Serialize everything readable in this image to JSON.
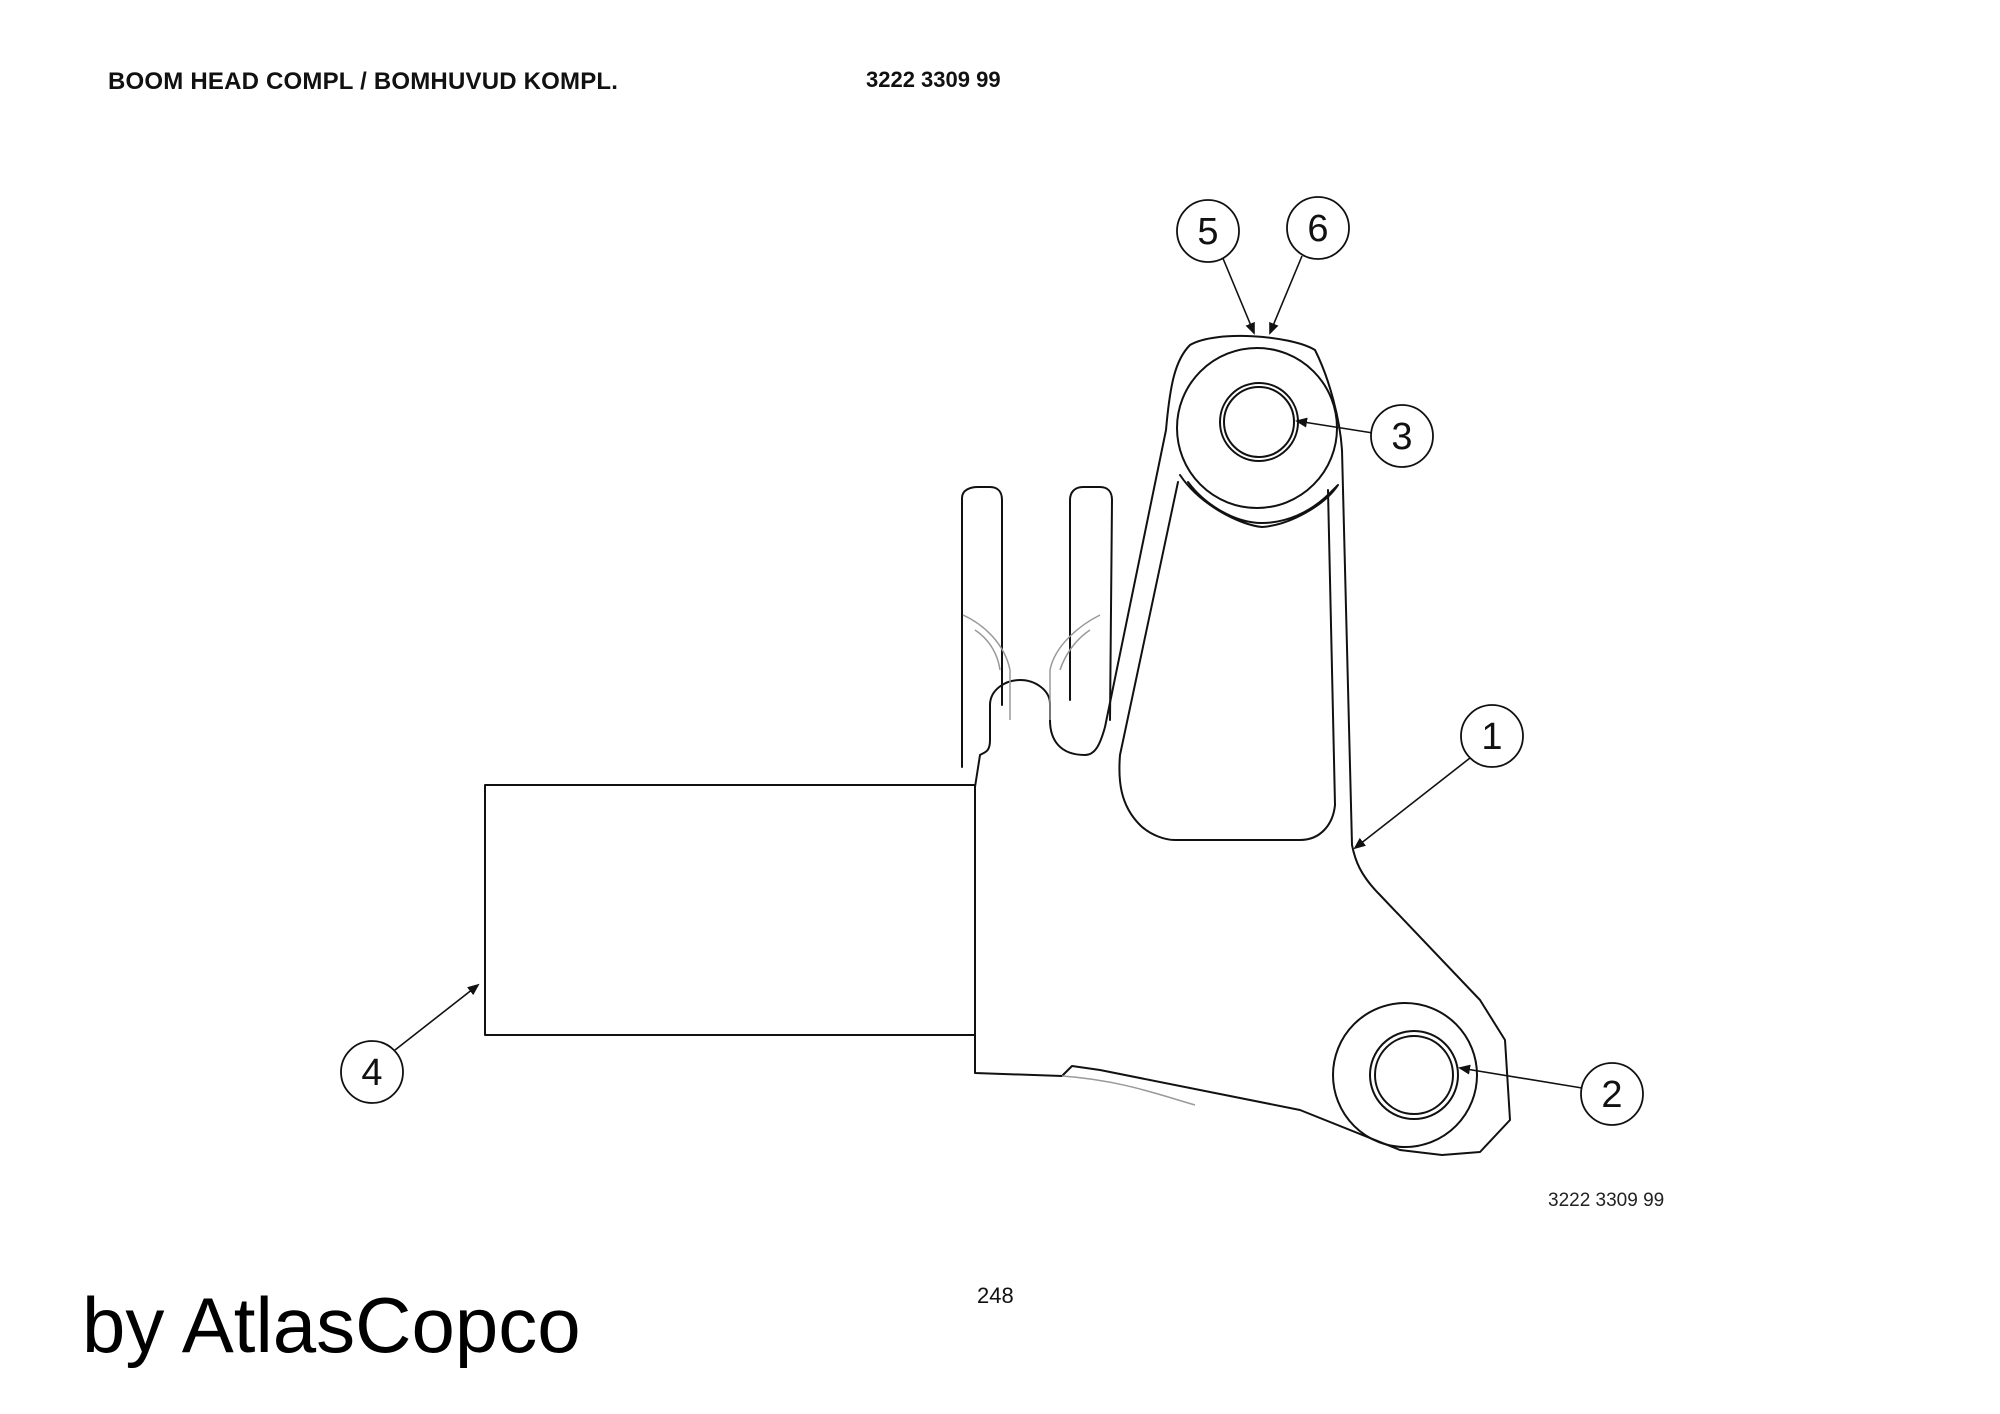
{
  "header": {
    "title": "BOOM HEAD COMPL / BOMHUVUD KOMPL.",
    "part_number": "3222 3309 99"
  },
  "drawing": {
    "drawing_id": "3222 3309 99",
    "callouts": [
      "1",
      "2",
      "3",
      "4",
      "5",
      "6"
    ]
  },
  "footer": {
    "page_number": "248",
    "brand": "by AtlasCopco"
  }
}
